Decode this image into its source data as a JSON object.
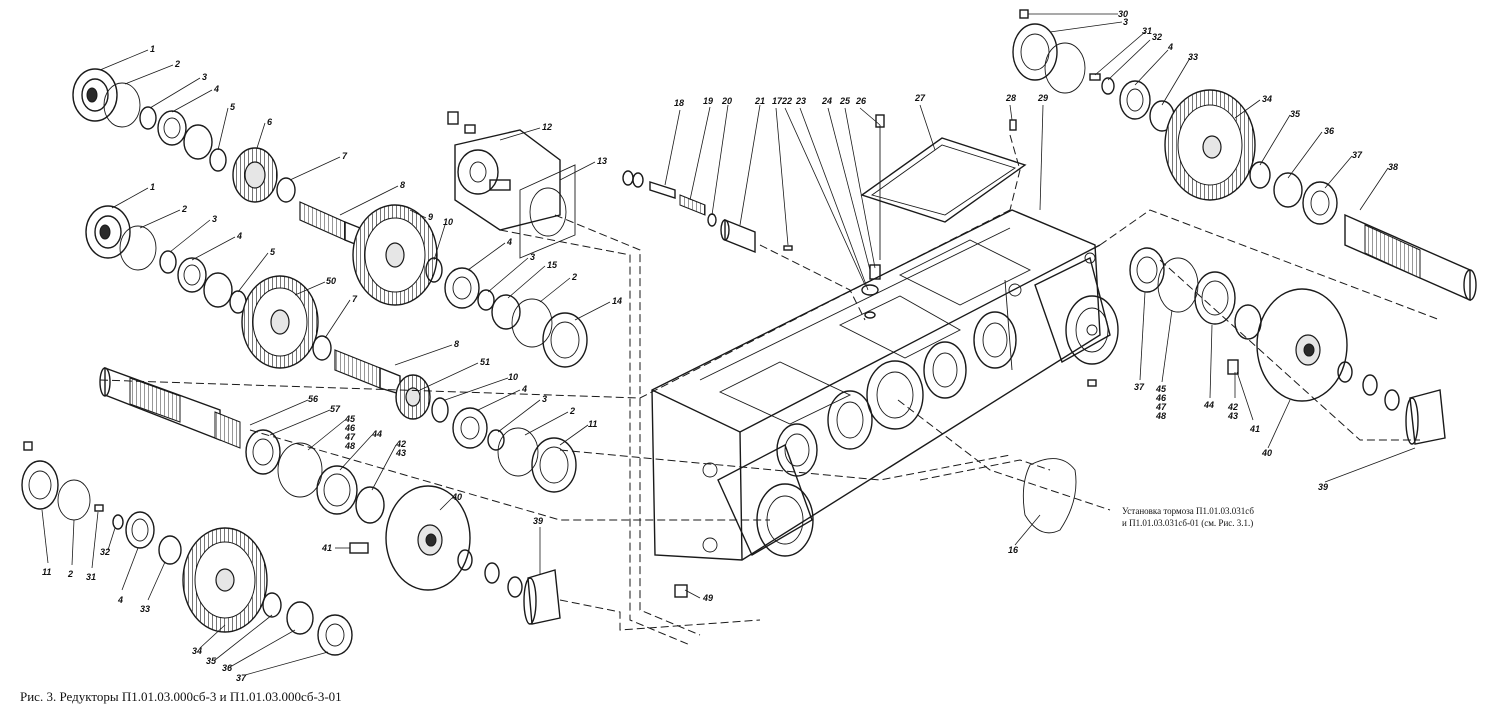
{
  "caption": "Рис. 3. Редукторы П1.01.03.000сб-3 и П1.01.03.000сб-3-01",
  "brake_note": {
    "line1": "Установка тормоза П1.01.03.031сб",
    "line2": "и П1.01.03.031сб-01 (см. Рис. 3.1.)"
  },
  "callouts": {
    "c1a": "1",
    "c2a": "2",
    "c3a": "3",
    "c4a": "4",
    "c5a": "5",
    "c6": "6",
    "c7a": "7",
    "c8a": "8",
    "c9": "9",
    "c12": "12",
    "c13": "13",
    "c1b": "1",
    "c2b": "2",
    "c3b": "3",
    "c4b": "4",
    "c5b": "5",
    "c50": "50",
    "c7b": "7",
    "c8b": "8",
    "c51": "51",
    "c10a": "10",
    "c4c": "4",
    "c3c": "3",
    "c15": "15",
    "c2c": "2",
    "c14": "14",
    "c10b": "10",
    "c4d": "4",
    "c3d": "3",
    "c2d": "2",
    "c11a": "11",
    "c56a": "56",
    "c57a": "57",
    "c45a": "45",
    "c46a": "46",
    "c47a": "47",
    "c48a": "48",
    "c44a": "44",
    "c42a": "42",
    "c43a": "43",
    "c40a": "40",
    "c41a": "41",
    "c39a": "39",
    "c11b": "11",
    "c2e": "2",
    "c31a": "31",
    "c32a": "32",
    "c4e": "4",
    "c33a": "33",
    "c34a": "34",
    "c35a": "35",
    "c36a": "36",
    "c37a": "37",
    "c18": "18",
    "c19": "19",
    "c20": "20",
    "c21": "21",
    "c17": "17",
    "c22": "22",
    "c23": "23",
    "c24": "24",
    "c25": "25",
    "c26": "26",
    "c27": "27",
    "c28": "28",
    "c29": "29",
    "c49": "49",
    "c16": "16",
    "c30": "30",
    "c3e": "3",
    "c31b": "31",
    "c32b": "32",
    "c4f": "4",
    "c33b": "33",
    "c34b": "34",
    "c35b": "35",
    "c36b": "36",
    "c37b": "37",
    "c38": "38",
    "c37c": "37",
    "c45b": "45",
    "c46b": "46",
    "c47b": "47",
    "c48b": "48",
    "c44b": "44",
    "c42b": "42",
    "c43b": "43",
    "c41b": "41",
    "c40b": "40",
    "c39b": "39"
  }
}
